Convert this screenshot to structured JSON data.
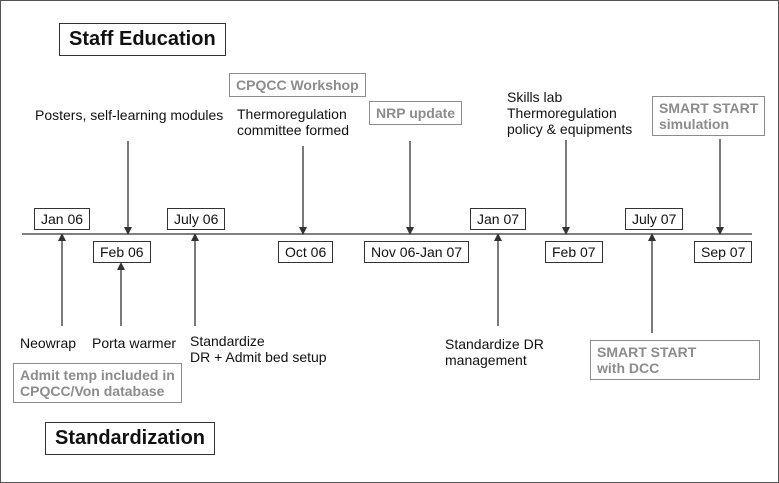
{
  "titles": {
    "staff_education": "Staff Education",
    "standardization": "Standardization"
  },
  "dates": {
    "jan06": "Jan 06",
    "feb06": "Feb 06",
    "jul06": "July 06",
    "oct06": "Oct 06",
    "nov06_jan07": "Nov 06-Jan 07",
    "jan07": "Jan 07",
    "feb07": "Feb 07",
    "jul07": "July 07",
    "sep07": "Sep 07"
  },
  "top_labels": {
    "posters": "Posters, self-learning modules",
    "cpqcc_workshop": "CPQCC Workshop",
    "thermo_committee_line1": "Thermoregulation",
    "thermo_committee_line2": "committee formed",
    "nrp_update": "NRP update",
    "skills_line1": "Skills lab",
    "skills_line2": "Thermoregulation",
    "skills_line3": "policy & equipments",
    "smart_sim_line1": "SMART START",
    "smart_sim_line2": "simulation"
  },
  "bottom_labels": {
    "neowrap": "Neowrap",
    "porta_warmer": "Porta warmer",
    "admit_temp_line1": "Admit temp included in",
    "admit_temp_line2": "CPQCC/Von database",
    "standardize_bed_line1": "Standardize",
    "standardize_bed_line2": "DR + Admit bed setup",
    "standardize_dr_line1": "Standardize DR",
    "standardize_dr_line2": "management",
    "smart_dcc_line1": "SMART START",
    "smart_dcc_line2": "with DCC"
  },
  "colors": {
    "line": "#333333",
    "text": "#111111",
    "gray_text": "#8c8c8c"
  }
}
